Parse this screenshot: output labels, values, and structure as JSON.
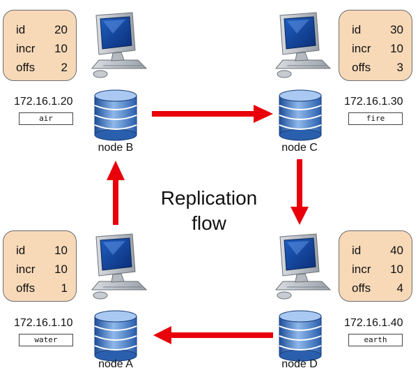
{
  "diagram": {
    "title_line1": "Replication",
    "title_line2": "flow",
    "nodes": [
      {
        "key": "B",
        "label": "node B",
        "ip": "172.16.1.20",
        "hostname": "air",
        "rows": [
          {
            "k": "id",
            "v": "20"
          },
          {
            "k": "incr",
            "v": "10"
          },
          {
            "k": "offs",
            "v": "2"
          }
        ]
      },
      {
        "key": "C",
        "label": "node C",
        "ip": "172.16.1.30",
        "hostname": "fire",
        "rows": [
          {
            "k": "id",
            "v": "30"
          },
          {
            "k": "incr",
            "v": "10"
          },
          {
            "k": "offs",
            "v": "3"
          }
        ]
      },
      {
        "key": "A",
        "label": "node A",
        "ip": "172.16.1.10",
        "hostname": "water",
        "rows": [
          {
            "k": "id",
            "v": "10"
          },
          {
            "k": "incr",
            "v": "10"
          },
          {
            "k": "offs",
            "v": "1"
          }
        ]
      },
      {
        "key": "D",
        "label": "node D",
        "ip": "172.16.1.40",
        "hostname": "earth",
        "rows": [
          {
            "k": "id",
            "v": "40"
          },
          {
            "k": "incr",
            "v": "10"
          },
          {
            "k": "offs",
            "v": "4"
          }
        ]
      }
    ],
    "arrow_color": "#e8000b",
    "panel_color": "#f7d9b8",
    "database_color": "#3a78c9"
  }
}
